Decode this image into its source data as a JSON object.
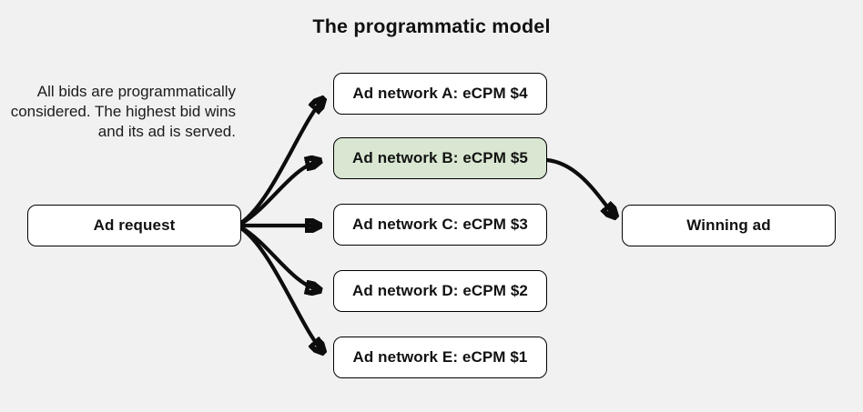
{
  "title": "The programmatic model",
  "note": "All bids are programmatically considered. The highest bid wins and its ad is served.",
  "nodes": {
    "request": {
      "label": "Ad request"
    },
    "network_a": {
      "label": "Ad network A: eCPM $4"
    },
    "network_b": {
      "label": "Ad network B: eCPM $5",
      "highlighted": true
    },
    "network_c": {
      "label": "Ad network C: eCPM $3"
    },
    "network_d": {
      "label": "Ad network D: eCPM $2"
    },
    "network_e": {
      "label": "Ad network E: eCPM $1"
    },
    "winning": {
      "label": "Winning ad",
      "highlighted": true
    }
  },
  "edges": [
    {
      "from": "request",
      "to": "network_a"
    },
    {
      "from": "request",
      "to": "network_b"
    },
    {
      "from": "request",
      "to": "network_c"
    },
    {
      "from": "request",
      "to": "network_d"
    },
    {
      "from": "request",
      "to": "network_e"
    },
    {
      "from": "network_b",
      "to": "winning"
    }
  ],
  "colors": {
    "background": "#f1f1f1",
    "box_fill": "#ffffff",
    "highlight_fill": "#d9e7d2",
    "border": "#000000",
    "arrow": "#0d0d0d",
    "text": "#151515"
  }
}
